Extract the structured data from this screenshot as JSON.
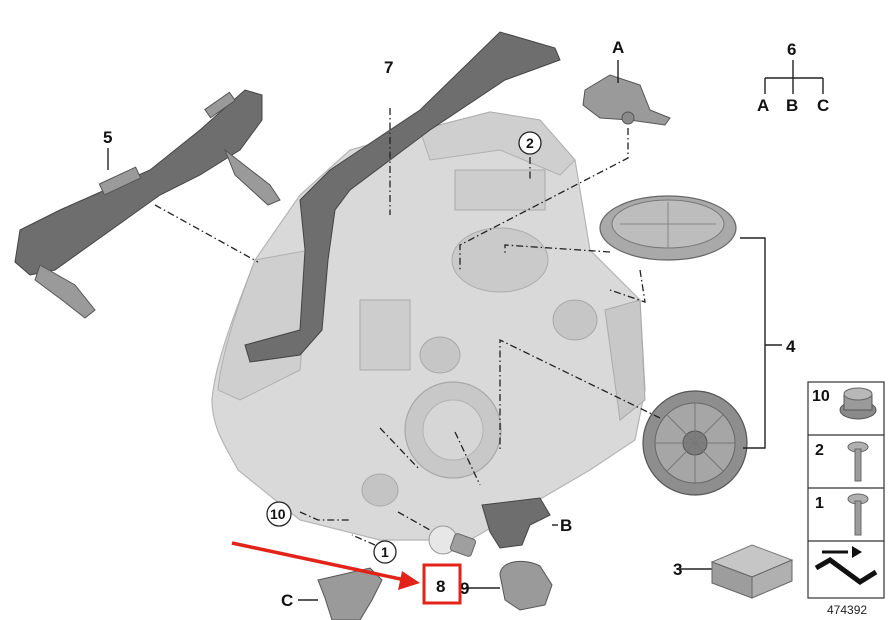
{
  "callouts": {
    "c1": "1",
    "c2": "2",
    "c3": "3",
    "c4": "4",
    "c5": "5",
    "c6": "6",
    "c7": "7",
    "c8": "8",
    "c9": "9",
    "c10": "10",
    "cA": "A",
    "cB": "B",
    "cC": "C"
  },
  "tree": {
    "root": "6",
    "a": "A",
    "b": "B",
    "c": "C"
  },
  "legend": {
    "items": [
      {
        "num": "10",
        "icon": "grommet-icon"
      },
      {
        "num": "2",
        "icon": "screw-icon"
      },
      {
        "num": "1",
        "icon": "screw-icon"
      },
      {
        "num": "",
        "icon": "arrow-icon"
      }
    ]
  },
  "catalog_number": "474392",
  "colors": {
    "highlight": "#e2231a",
    "parts": "#7a7a7a",
    "housing": "#d9d9d9"
  }
}
